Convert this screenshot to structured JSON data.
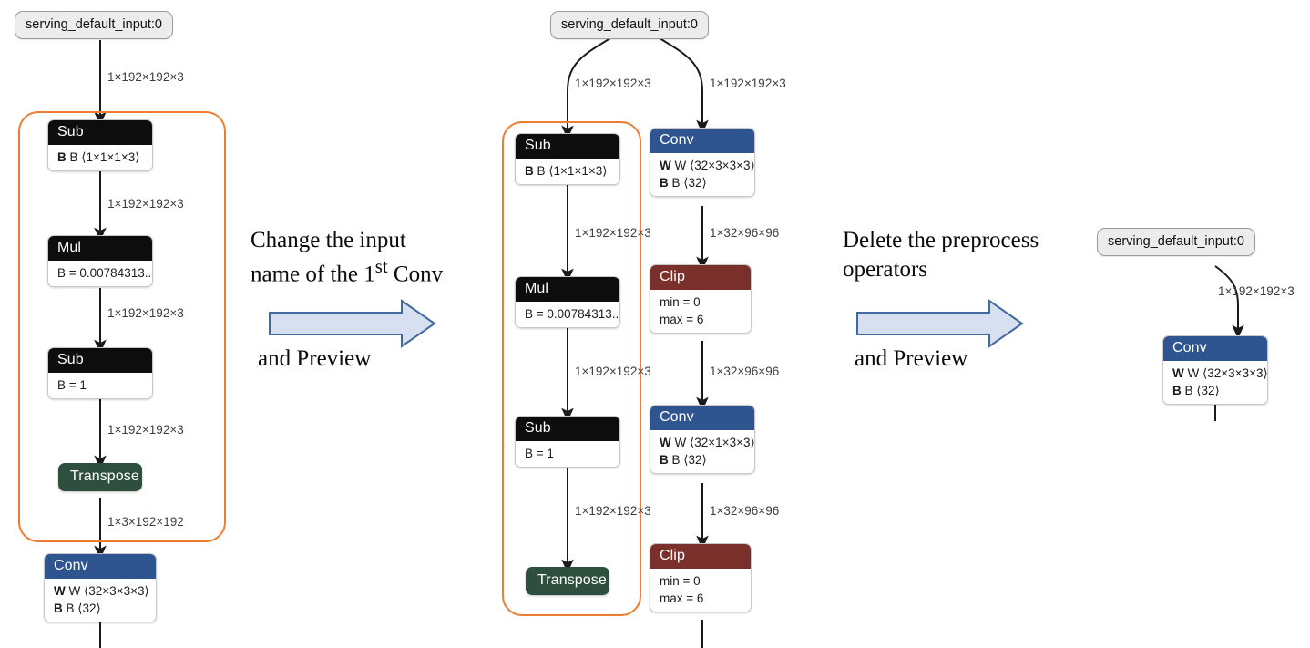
{
  "colors": {
    "accent_orange": "#ED7D31",
    "conv_header": "#2e5590",
    "clip_header": "#7b2f2a",
    "transpose_header": "#2f4f3e",
    "op_header": "#0d0d0d",
    "io_node_bg": "#ececec",
    "arrow_fill": "#D6E0F0",
    "arrow_stroke": "#41699B",
    "edge_stroke": "#1a1a1a"
  },
  "panels": {
    "left": {
      "io_input": "serving_default_input:0",
      "edges": [
        "1×192×192×3",
        "1×192×192×3",
        "1×192×192×3",
        "1×192×192×3",
        "1×3×192×192"
      ],
      "nodes": [
        {
          "title": "Sub",
          "rows": [
            "B ⟨1×1×1×3⟩"
          ],
          "kind": "op"
        },
        {
          "title": "Mul",
          "rows": [
            "B = 0.00784313..."
          ],
          "kind": "op"
        },
        {
          "title": "Sub",
          "rows": [
            "B = 1"
          ],
          "kind": "op"
        },
        {
          "title": "Transpose",
          "rows": [],
          "kind": "transpose"
        },
        {
          "title": "Conv",
          "rows": [
            "W ⟨32×3×3×3⟩",
            "B ⟨32⟩"
          ],
          "kind": "conv"
        }
      ]
    },
    "middle": {
      "io_input": "serving_default_input:0",
      "left_branch_edges": [
        "1×192×192×3",
        "1×192×192×3",
        "1×192×192×3",
        "1×192×192×3"
      ],
      "right_branch_edges": [
        "1×192×192×3",
        "1×32×96×96",
        "1×32×96×96",
        "1×32×96×96"
      ],
      "left_nodes": [
        {
          "title": "Sub",
          "rows": [
            "B ⟨1×1×1×3⟩"
          ],
          "kind": "op"
        },
        {
          "title": "Mul",
          "rows": [
            "B = 0.00784313..."
          ],
          "kind": "op"
        },
        {
          "title": "Sub",
          "rows": [
            "B = 1"
          ],
          "kind": "op"
        },
        {
          "title": "Transpose",
          "rows": [],
          "kind": "transpose"
        }
      ],
      "right_nodes": [
        {
          "title": "Conv",
          "rows": [
            "W ⟨32×3×3×3⟩",
            "B ⟨32⟩"
          ],
          "kind": "conv"
        },
        {
          "title": "Clip",
          "rows": [
            "min = 0",
            "max = 6"
          ],
          "kind": "clip"
        },
        {
          "title": "Conv",
          "rows": [
            "W ⟨32×1×3×3⟩",
            "B ⟨32⟩"
          ],
          "kind": "conv"
        },
        {
          "title": "Clip",
          "rows": [
            "min = 0",
            "max = 6"
          ],
          "kind": "clip"
        }
      ]
    },
    "right": {
      "io_input": "serving_default_input:0",
      "edges": [
        "1×192×192×3"
      ],
      "nodes": [
        {
          "title": "Conv",
          "rows": [
            "W ⟨32×3×3×3⟩",
            "B ⟨32⟩"
          ],
          "kind": "conv"
        }
      ]
    }
  },
  "annotations": {
    "first": {
      "line1": "Change the input",
      "line2_pre": "name of the 1",
      "line2_sup": "st",
      "line2_post": " Conv",
      "caption": "and Preview"
    },
    "second": {
      "line1": "Delete the preprocess",
      "line2": "operators",
      "caption": "and Preview"
    }
  }
}
